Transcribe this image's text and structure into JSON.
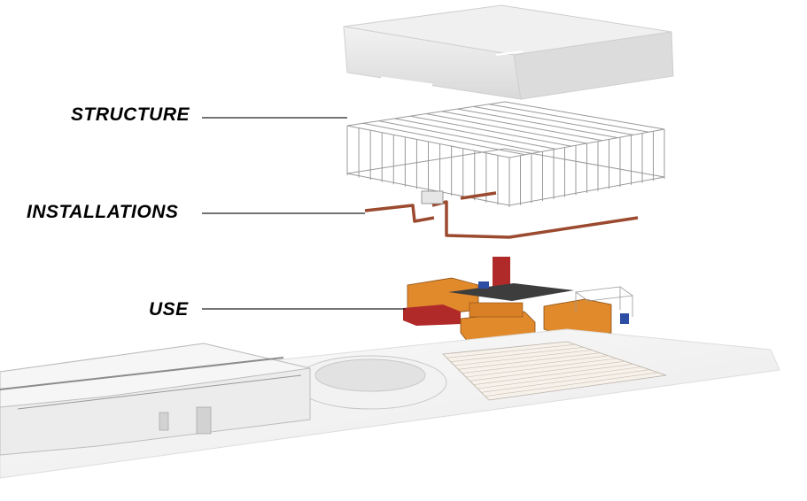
{
  "diagram": {
    "layers": [
      {
        "id": "structure",
        "label": "STRUCTURE"
      },
      {
        "id": "installations",
        "label": "INSTALLATIONS"
      },
      {
        "id": "use",
        "label": "USE"
      }
    ]
  },
  "colors": {
    "leader_line": "#222222",
    "roof": "#e4e4e4",
    "frame": "#9a9a9a",
    "pipes": "#9b4a2f",
    "use_orange": "#e08a2c",
    "use_red": "#b02a2a",
    "use_roof_dark": "#3d3d3d",
    "use_blue": "#2c4fa3",
    "ground": "#f4f4f4",
    "building": "#ececec",
    "ring": "#f0f0f0",
    "plaza": "#f6f1ea"
  }
}
